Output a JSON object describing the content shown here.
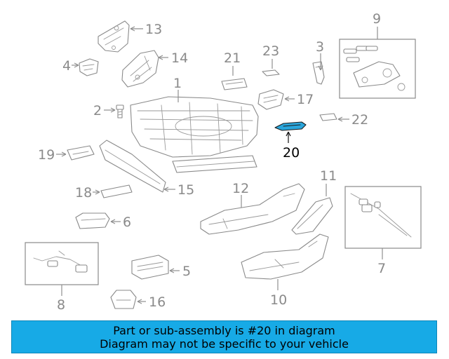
{
  "callouts": {
    "c1": "1",
    "c2": "2",
    "c3": "3",
    "c4": "4",
    "c5": "5",
    "c6": "6",
    "c7": "7",
    "c8": "8",
    "c9": "9",
    "c10": "10",
    "c11": "11",
    "c12": "12",
    "c13": "13",
    "c14": "14",
    "c15": "15",
    "c16": "16",
    "c17": "17",
    "c18": "18",
    "c19": "19",
    "c20": "20",
    "c21": "21",
    "c22": "22",
    "c23": "23"
  },
  "highlighted_part": "20",
  "colors": {
    "line_art": "#8a8a8a",
    "highlight_part": "#2aa6dc",
    "banner_bg": "#17aae6",
    "banner_text": "#000000"
  },
  "banner": {
    "line1": "Part or sub-assembly is #20 in diagram",
    "line2": "Diagram may not be specific to your vehicle"
  }
}
